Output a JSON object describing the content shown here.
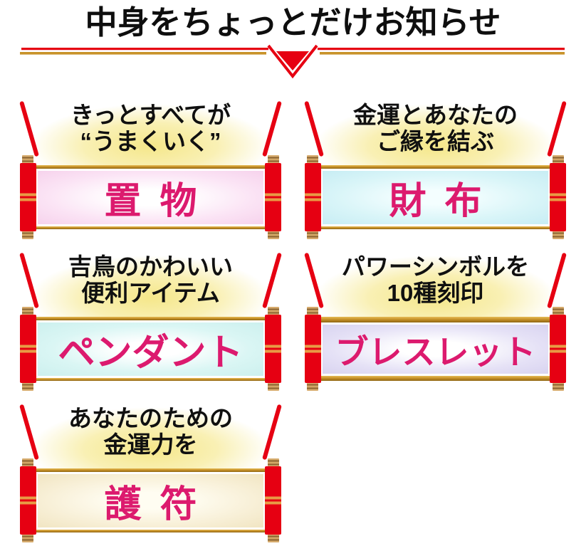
{
  "header": {
    "title": "中身をちょっとだけお知らせ"
  },
  "divider": {
    "icon": "red-down-chevron"
  },
  "banners": [
    {
      "desc_line1": "きっとすべてが",
      "desc_line2": "“うまくいく”",
      "word": "置物"
    },
    {
      "desc_line1": "金運とあなたの",
      "desc_line2": "ご縁を結ぶ",
      "word": "財布"
    },
    {
      "desc_line1": "吉鳥のかわいい",
      "desc_line2": "便利アイテム",
      "word": "ペンダント"
    },
    {
      "desc_line1": "パワーシンボルを",
      "desc_line2": "10種刻印",
      "word": "ブレスレット"
    },
    {
      "desc_line1": "あなたのための",
      "desc_line2": "金運力を",
      "word": "護符"
    }
  ],
  "colors": {
    "primary_red": "#e60012",
    "gold": "#c8922a",
    "word_magenta": "#dc1a6e",
    "glow_yellow": "#f5e78a",
    "banner_fills": [
      "#f6d2ec",
      "#c7edf4",
      "#ccf0ee",
      "#d8d3f0",
      "#f1e5c2"
    ]
  }
}
